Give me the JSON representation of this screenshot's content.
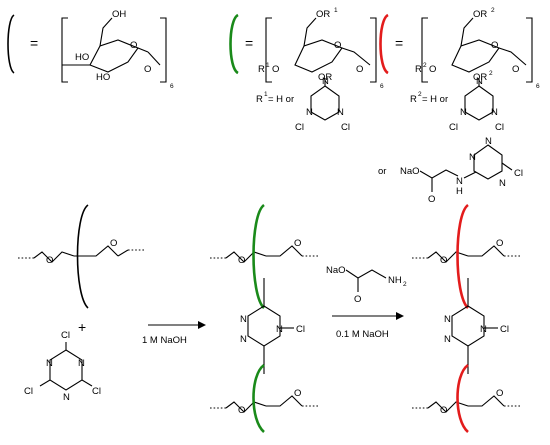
{
  "colors": {
    "native_cd": "#000000",
    "activated_cd": "#1a8a1a",
    "final_cd": "#e31c1c",
    "ink": "#000000"
  },
  "legend": {
    "equals": "=",
    "native": {
      "oh_primary": "OH",
      "ho_ring": "HO",
      "ho_ring2": "HO",
      "o_ring": "O",
      "o_link": "O",
      "repeat": "6"
    },
    "activated": {
      "or_primary": "OR",
      "r_sup": "1",
      "r_ring": "R",
      "r_ring_sup": "1",
      "o_ring": "O",
      "or_ring2": "OR",
      "o_link": "O",
      "repeat": "6",
      "def": "R",
      "def_sup": "1",
      "def_tail": " = H or",
      "triazine_n": "N",
      "triazine_cl": "Cl"
    },
    "final": {
      "or_primary": "OR",
      "r_sup": "2",
      "r_ring": "R",
      "r_ring_sup": "2",
      "o_ring": "O",
      "or_ring2": "OR",
      "or_ring2_sup": "2",
      "o_link": "O",
      "repeat": "6",
      "def": "R",
      "def_sup": "2",
      "def_tail": " = H or",
      "triazine_n": "N",
      "triazine_cl": "Cl",
      "or_word": "or",
      "nao": "NaO",
      "carbonyl_o": "O",
      "nh": "N",
      "nh_h": "H"
    }
  },
  "reaction": {
    "plus": "+",
    "step1_reagent": "1 M NaOH",
    "step2_reagent": "0.1 M NaOH",
    "glycinate_nao": "NaO",
    "glycinate_nh2": "NH",
    "glycinate_nh2_sub": "2",
    "glycinate_o": "O",
    "atoms": {
      "o": "O",
      "n": "N",
      "cl": "Cl"
    }
  }
}
